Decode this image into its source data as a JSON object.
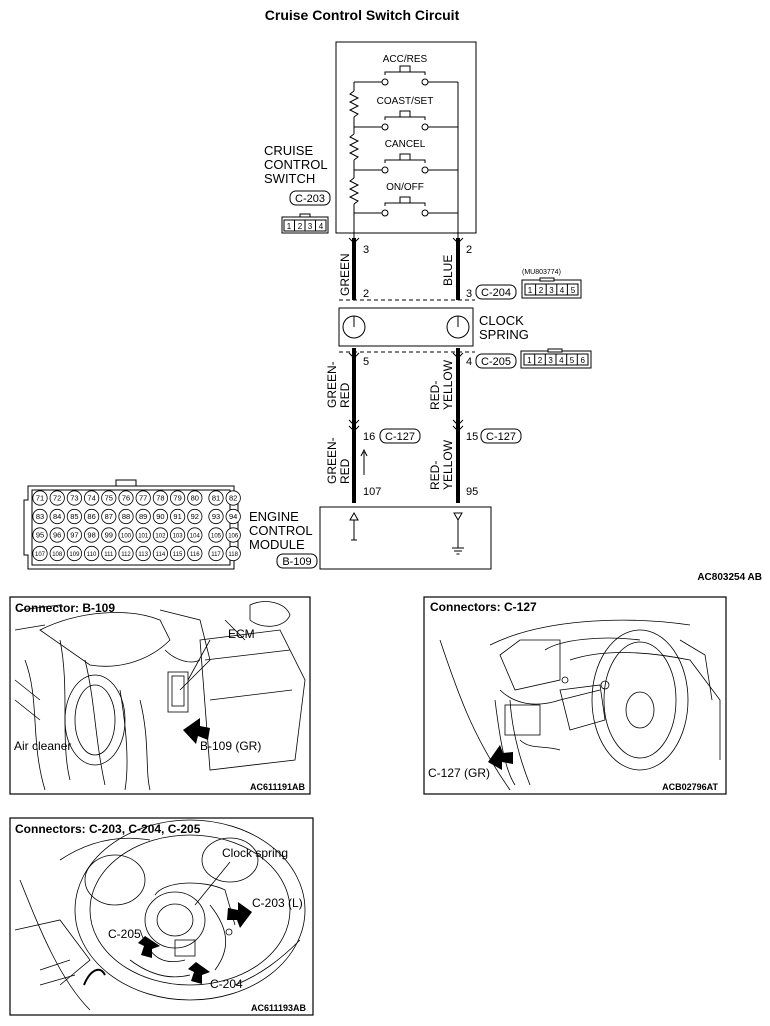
{
  "title": "Cruise Control Switch Circuit",
  "switch": {
    "label_lines": [
      "CRUISE",
      "CONTROL",
      "SWITCH"
    ],
    "connector": "C-203",
    "buttons": [
      "ACC/RES",
      "COAST/SET",
      "CANCEL",
      "ON/OFF"
    ],
    "connector_pins": [
      "1",
      "2",
      "3",
      "4"
    ]
  },
  "wires": {
    "left_top_color": "GREEN",
    "right_top_color": "BLUE",
    "left_bottom_color_lines": [
      "GREEN-",
      "RED"
    ],
    "right_bottom_color_lines": [
      "RED-",
      "YELLOW"
    ],
    "left_lower_color_lines": [
      "GREEN-",
      "RED"
    ],
    "right_lower_color_lines": [
      "RED-",
      "YELLOW"
    ]
  },
  "pins": {
    "sw_left": "3",
    "sw_right": "2",
    "c204_left": "2",
    "c204_right": "3",
    "c205_left": "5",
    "c205_right": "4",
    "c127_left": "16",
    "c127_right": "15",
    "ecm_left": "107",
    "ecm_right": "95"
  },
  "connectors": {
    "c204": "C-204",
    "c204_part": "(MU803774)",
    "c204_pins": [
      "1",
      "2",
      "3",
      "4",
      "5"
    ],
    "c205": "C-205",
    "c205_pins": [
      "1",
      "2",
      "3",
      "4",
      "5",
      "6"
    ],
    "c127": "C-127",
    "b109": "B-109"
  },
  "clock_spring_lines": [
    "CLOCK",
    "SPRING"
  ],
  "ecm_lines": [
    "ENGINE",
    "CONTROL",
    "MODULE"
  ],
  "ecm_connector_rows": [
    [
      "71",
      "72",
      "73",
      "74",
      "75",
      "76",
      "77",
      "78",
      "79",
      "80",
      "81",
      "82"
    ],
    [
      "83",
      "84",
      "85",
      "86",
      "87",
      "88",
      "89",
      "90",
      "91",
      "92",
      "93",
      "94"
    ],
    [
      "95",
      "96",
      "97",
      "98",
      "99",
      "100",
      "101",
      "102",
      "103",
      "104",
      "105",
      "106"
    ],
    [
      "107",
      "108",
      "109",
      "110",
      "111",
      "112",
      "113",
      "114",
      "115",
      "116",
      "117",
      "118"
    ]
  ],
  "diagram_code": "AC803254 AB",
  "panel_b109": {
    "title": "Connector: B-109",
    "labels": {
      "ecm": "ECM",
      "air_cleaner": "Air cleaner",
      "connector": "B-109 (GR)"
    },
    "code": "AC611191AB"
  },
  "panel_c127": {
    "title": "Connectors: C-127",
    "labels": {
      "connector": "C-127 (GR)"
    },
    "code": "ACB02796AT"
  },
  "panel_c203": {
    "title": "Connectors: C-203, C-204, C-205",
    "labels": {
      "clock_spring": "Clock spring",
      "c203": "C-203 (L)",
      "c205": "C-205",
      "c204": "C-204"
    },
    "code": "AC611193AB"
  }
}
